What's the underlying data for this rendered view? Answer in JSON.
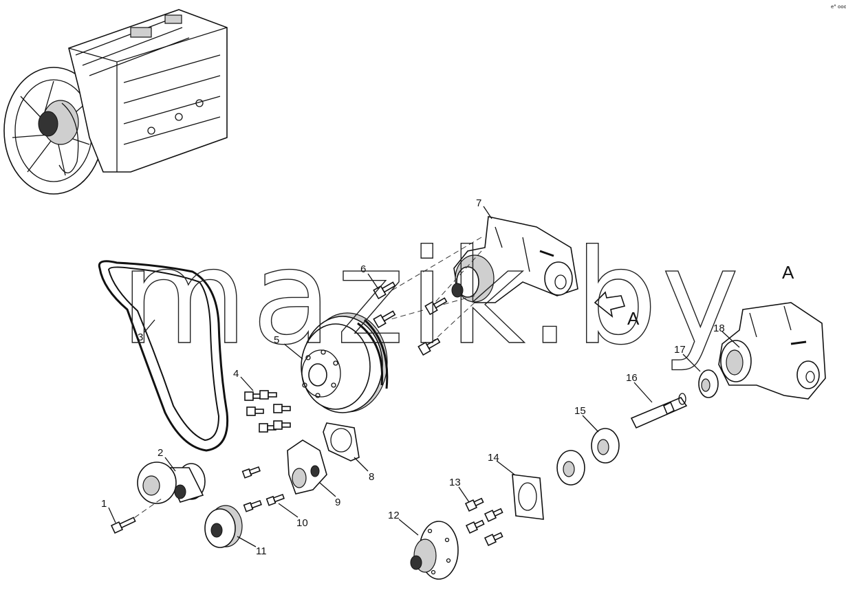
{
  "corner_mark": "e° ooo",
  "watermark": "mazik.by",
  "view_labels": {
    "view_a_top": "A",
    "view_a_arrow": "A"
  },
  "callouts": [
    "1",
    "2",
    "3",
    "4",
    "5",
    "6",
    "7",
    "8",
    "9",
    "10",
    "11",
    "12",
    "13",
    "14",
    "15",
    "16",
    "17",
    "18"
  ]
}
